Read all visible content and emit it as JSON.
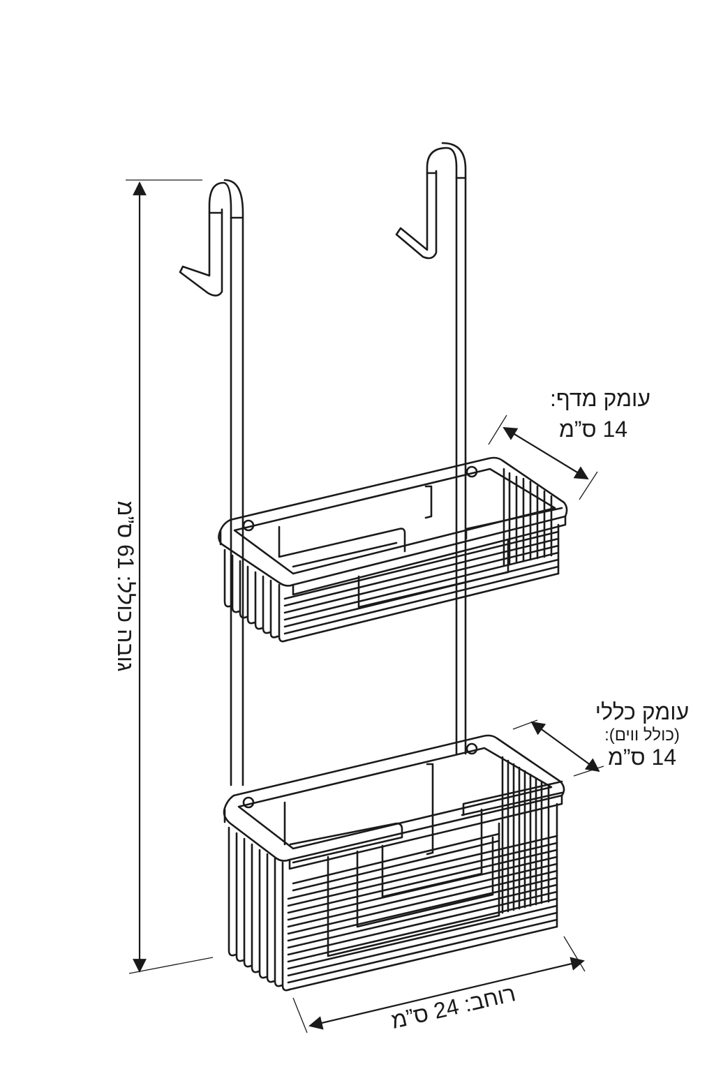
{
  "labels": {
    "total_height": "גובה כולל: 61 ס”מ",
    "shelf_depth_title": "עומק מדף:",
    "shelf_depth_value": "14 ס”מ",
    "total_depth_title": "עומק כללי",
    "total_depth_note": "(כולל ווים):",
    "total_depth_value": "14 ס”מ",
    "width": "רוחב: 24 ס”מ"
  },
  "colors": {
    "line": "#1a1a1a",
    "background": "#ffffff"
  }
}
